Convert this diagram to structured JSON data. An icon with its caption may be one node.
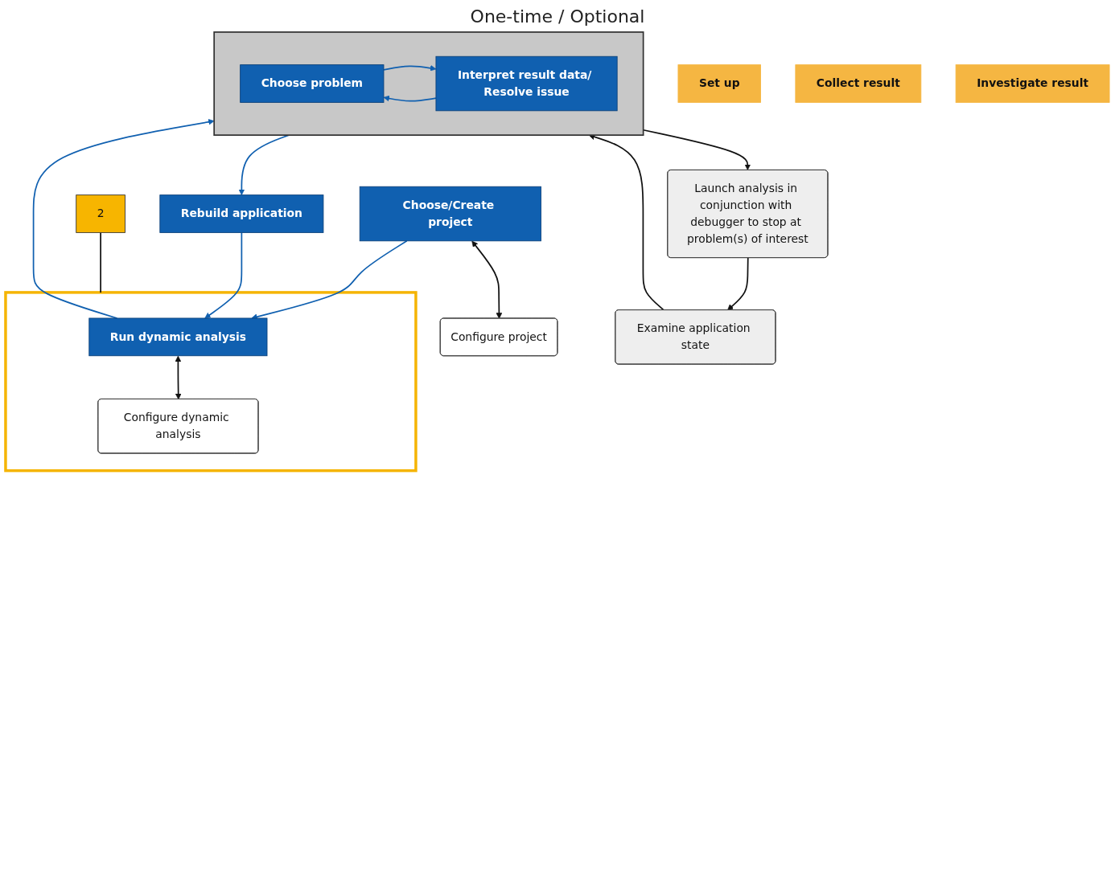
{
  "diagram": {
    "nodes": [
      {
        "text": [
          "Set up"
        ]
      },
      {
        "text": [
          "Collect result"
        ]
      },
      {
        "text": [
          "Investigate result"
        ]
      },
      {
        "text": [
          "Choose/Create project"
        ]
      },
      {
        "text": [
          "Configure project"
        ]
      },
      {
        "text": [],
        "shape": "box"
      },
      {
        "text": [
          "Run dynamic analysis"
        ],
        "in": 5
      },
      {
        "text": [
          "Configure dynamic analysis"
        ],
        "in": 5
      },
      {
        "text": [
          "2"
        ]
      },
      {
        "text": [
          "Launch analysis in conjunction with debugger to stop at problem(s) of interest"
        ]
      },
      {
        "text": [
          "Rebuild application"
        ]
      },
      {
        "text": [],
        "shape": "box"
      },
      {
        "text": [
          "Choose problem"
        ],
        "in": 11
      },
      {
        "text": [
          "Interpret result data/ Resolve issue"
        ],
        "in": 11
      },
      {
        "text": [
          "Examine application state"
        ]
      }
    ],
    "edges": [
      {
        "from": 3,
        "to": 4,
        "arrow": "both"
      },
      {
        "from": 3,
        "to": 6,
        "arrow": "to",
        "color": "#1060b0"
      },
      {
        "from": 6,
        "to": 7,
        "arrow": "both"
      },
      {
        "from": 8,
        "to": 5,
        "arrow": "none"
      },
      {
        "from": 6,
        "to": 11,
        "arrow": "to",
        "color": "#1060b0"
      },
      {
        "from": 11,
        "to": 10,
        "arrow": "to",
        "color": "#1060b0"
      },
      {
        "from": 10,
        "to": 6,
        "arrow": "to",
        "color": "#1060b0"
      },
      {
        "from": 11,
        "to": 9,
        "arrow": "to"
      },
      {
        "from": 9,
        "to": 14,
        "arrow": "to"
      },
      {
        "from": 14,
        "to": 11,
        "arrow": "to"
      },
      {
        "from": 12,
        "to": 13,
        "arrow": "to",
        "color": "#1060b0"
      },
      {
        "from": 13,
        "to": 12,
        "arrow": "to",
        "color": "#1060b0"
      }
    ],
    "labels": [
      "One-time / Optional"
    ]
  }
}
